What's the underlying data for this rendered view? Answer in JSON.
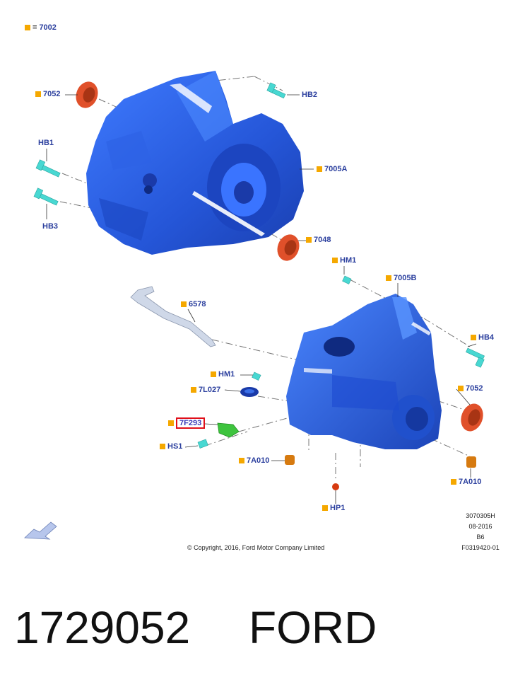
{
  "legend": {
    "eq": "=",
    "code": "7002"
  },
  "labels": {
    "l7052_top": "7052",
    "hb2": "HB2",
    "hb1": "HB1",
    "hb3": "HB3",
    "l7005a": "7005A",
    "l7048": "7048",
    "hm1_top": "HM1",
    "l7005b": "7005B",
    "l6578": "6578",
    "hb4": "HB4",
    "hm1_mid": "HM1",
    "l7l027": "7L027",
    "l7052_right": "7052",
    "l7f293": "7F293",
    "hs1": "HS1",
    "l7a010_left": "7A010",
    "l7a010_right": "7A010",
    "hp1": "HP1"
  },
  "meta": {
    "ref": "3070305H",
    "date": "08-2016",
    "variant": "B6",
    "figure": "F0319420-01"
  },
  "copyright": "© Copyright, 2016, Ford Motor Company Limited",
  "footer": {
    "part_number": "1729052",
    "brand": "FORD"
  },
  "colors": {
    "housing": "#2a62e8",
    "seal": "#e0502a",
    "bolt": "#48d8d2",
    "marker": "#f5a800",
    "label": "#2b3f9e",
    "highlight": "#e0101a"
  }
}
